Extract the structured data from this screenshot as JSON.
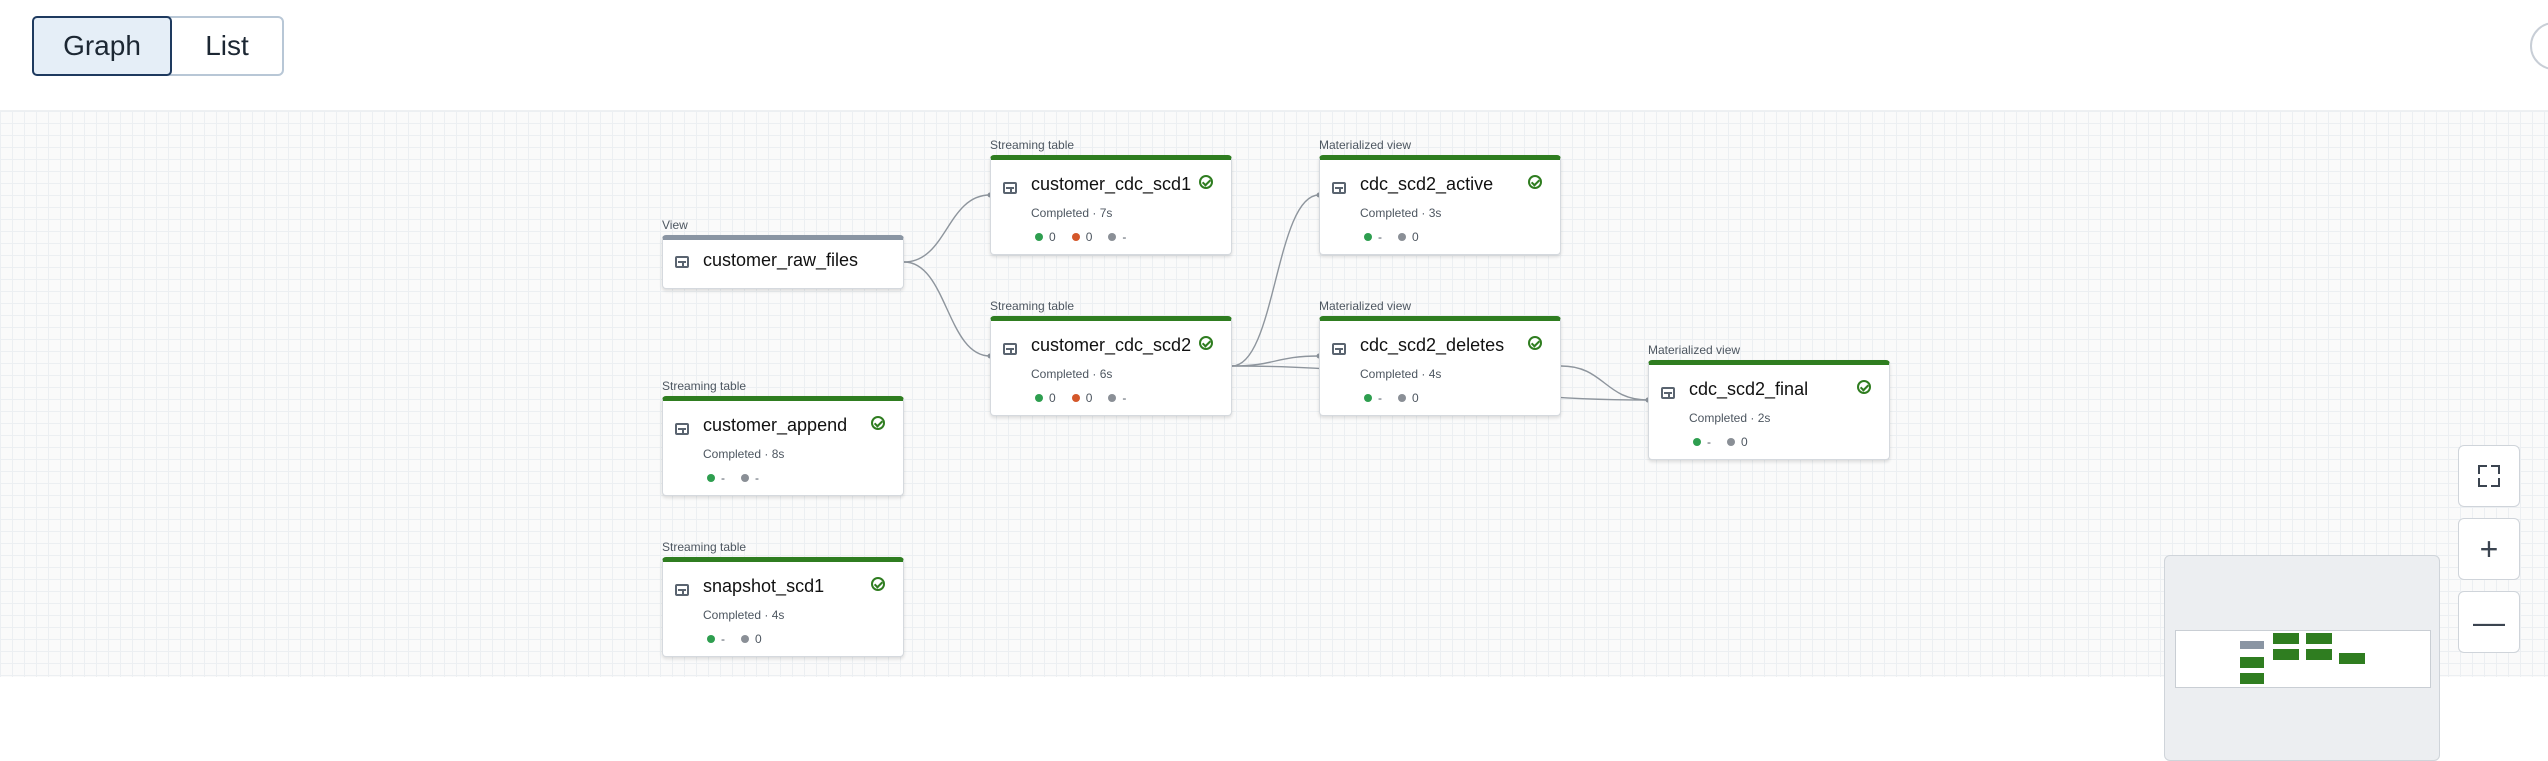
{
  "view_toggle": {
    "graph_label": "Graph",
    "list_label": "List",
    "selected": "Graph"
  },
  "colors": {
    "success": "#2f7d20",
    "view": "#8a95a3",
    "dot_green": "#2e9e4f",
    "dot_red": "#d4572a",
    "dot_gray": "#8a8f96"
  },
  "nodes": [
    {
      "key": "customer_raw_files",
      "type_label": "View",
      "name": "customer_raw_files",
      "kind": "view"
    },
    {
      "key": "customer_cdc_scd1",
      "type_label": "Streaming table",
      "name": "customer_cdc_scd1",
      "kind": "table",
      "status": "Completed · 7s",
      "metrics": [
        {
          "color": "green",
          "value": "0"
        },
        {
          "color": "red",
          "value": "0"
        },
        {
          "color": "gray",
          "value": "-"
        }
      ]
    },
    {
      "key": "customer_cdc_scd2",
      "type_label": "Streaming table",
      "name": "customer_cdc_scd2",
      "kind": "table",
      "status": "Completed · 6s",
      "metrics": [
        {
          "color": "green",
          "value": "0"
        },
        {
          "color": "red",
          "value": "0"
        },
        {
          "color": "gray",
          "value": "-"
        }
      ]
    },
    {
      "key": "cdc_scd2_active",
      "type_label": "Materialized view",
      "name": "cdc_scd2_active",
      "kind": "table",
      "status": "Completed · 3s",
      "metrics": [
        {
          "color": "green",
          "value": "-"
        },
        {
          "color": "gray",
          "value": "0"
        }
      ]
    },
    {
      "key": "cdc_scd2_deletes",
      "type_label": "Materialized view",
      "name": "cdc_scd2_deletes",
      "kind": "table",
      "status": "Completed · 4s",
      "metrics": [
        {
          "color": "green",
          "value": "-"
        },
        {
          "color": "gray",
          "value": "0"
        }
      ]
    },
    {
      "key": "cdc_scd2_final",
      "type_label": "Materialized view",
      "name": "cdc_scd2_final",
      "kind": "table",
      "status": "Completed · 2s",
      "metrics": [
        {
          "color": "green",
          "value": "-"
        },
        {
          "color": "gray",
          "value": "0"
        }
      ]
    },
    {
      "key": "customer_append",
      "type_label": "Streaming table",
      "name": "customer_append",
      "kind": "table",
      "status": "Completed · 8s",
      "metrics": [
        {
          "color": "green",
          "value": "-"
        },
        {
          "color": "gray",
          "value": "-"
        }
      ]
    },
    {
      "key": "snapshot_scd1",
      "type_label": "Streaming table",
      "name": "snapshot_scd1",
      "kind": "table",
      "status": "Completed · 4s",
      "metrics": [
        {
          "color": "green",
          "value": "-"
        },
        {
          "color": "gray",
          "value": "0"
        }
      ]
    }
  ],
  "edges": [
    {
      "from": "customer_raw_files",
      "to": "customer_cdc_scd1"
    },
    {
      "from": "customer_raw_files",
      "to": "customer_cdc_scd2"
    },
    {
      "from": "customer_cdc_scd2",
      "to": "cdc_scd2_active"
    },
    {
      "from": "customer_cdc_scd2",
      "to": "cdc_scd2_deletes"
    },
    {
      "from": "customer_cdc_scd2",
      "to": "cdc_scd2_final"
    },
    {
      "from": "cdc_scd2_deletes",
      "to": "cdc_scd2_final"
    }
  ],
  "controls": {
    "fit_icon": "fit-view-icon",
    "zoom_in_icon": "plus-icon",
    "zoom_out_icon": "minus-icon",
    "zoom_in_glyph": "+",
    "zoom_out_glyph": "—"
  }
}
